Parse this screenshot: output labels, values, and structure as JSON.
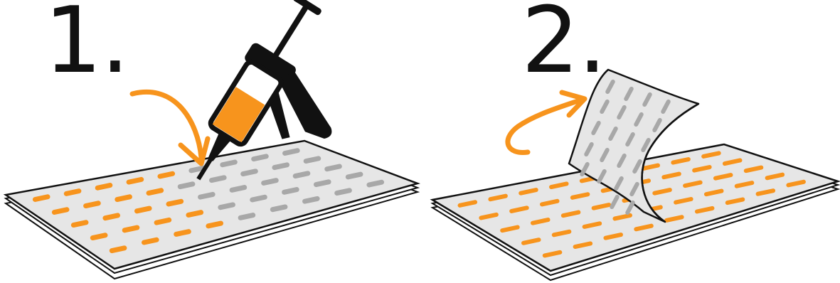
{
  "steps": [
    {
      "number": "1.",
      "action": "apply-adhesive"
    },
    {
      "number": "2.",
      "action": "peel-and-place"
    }
  ],
  "icons": {
    "step1": [
      "curved-arrow-icon",
      "caulk-gun-icon",
      "panel-icon"
    ],
    "step2": [
      "curved-arrow-icon",
      "peeling-sheet-icon",
      "panel-icon"
    ]
  },
  "colors": {
    "adhesive": "#f7941d",
    "panel": "#e6e6e6",
    "dash": "#a8a8a8",
    "outline": "#111111",
    "background": "#ffffff"
  }
}
